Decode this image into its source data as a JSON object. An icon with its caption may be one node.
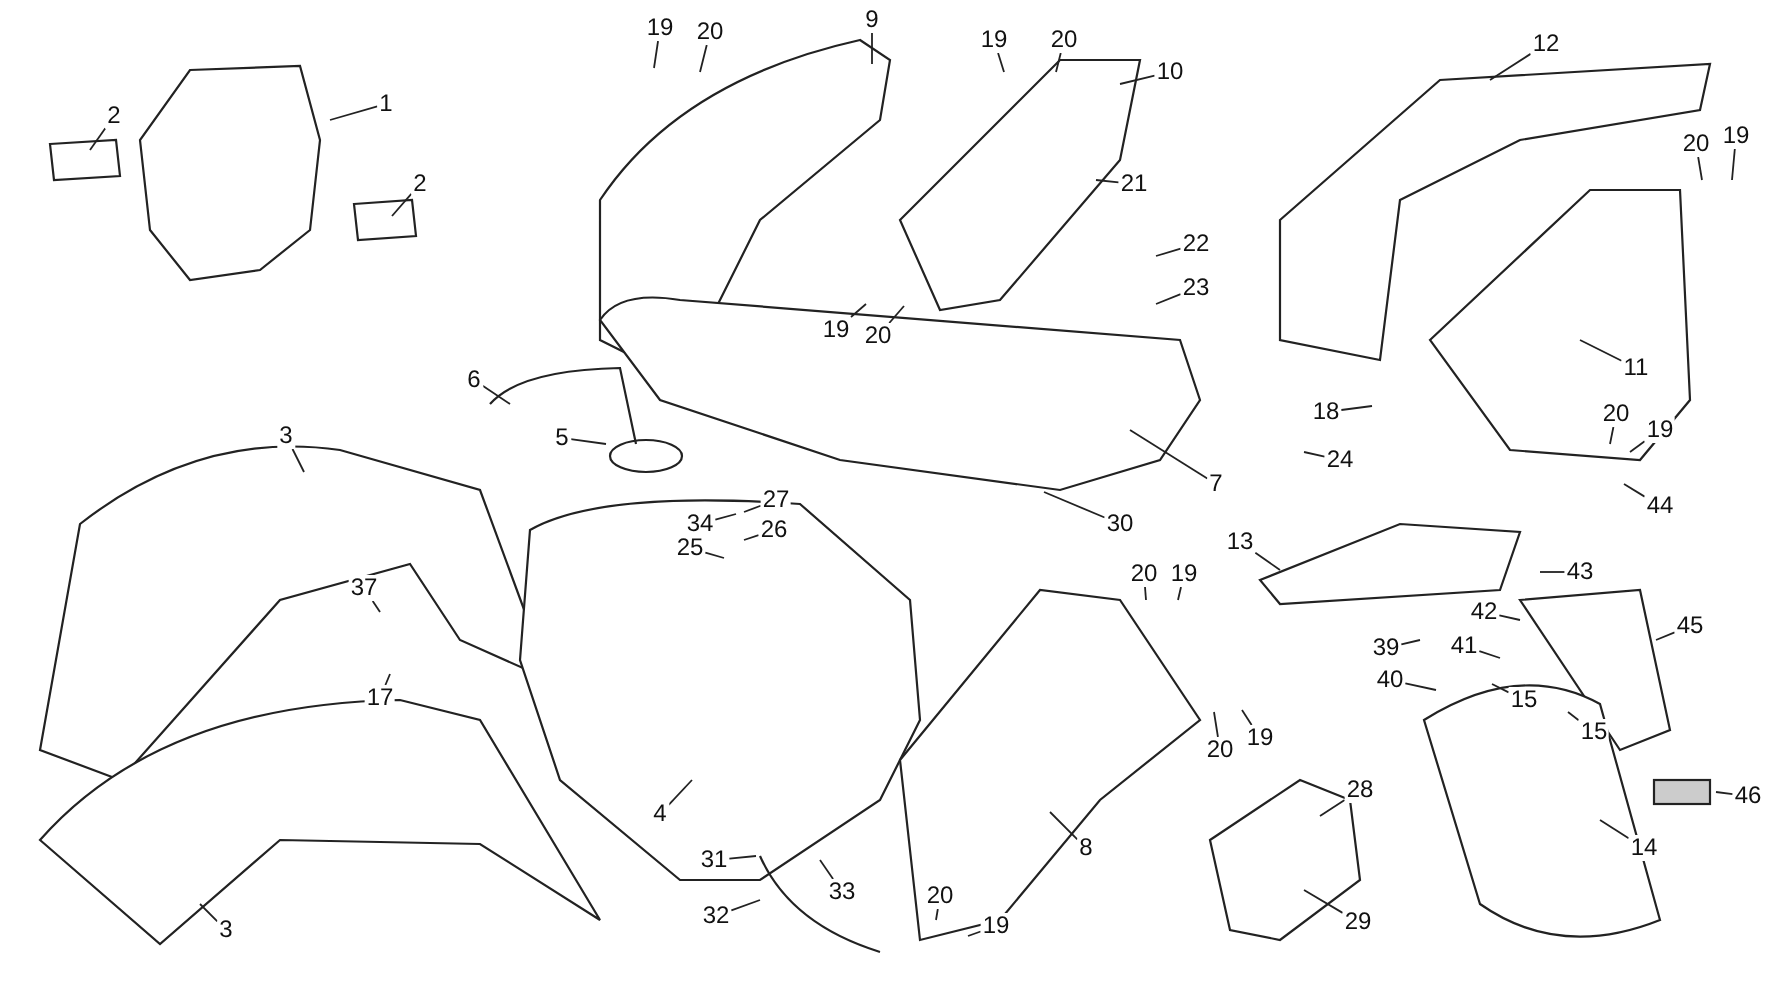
{
  "diagram": {
    "nodes": [
      {
        "text": [
          "9"
        ]
      },
      {
        "text": [
          "19"
        ]
      },
      {
        "text": [
          "20"
        ]
      },
      {
        "text": [
          "19"
        ]
      },
      {
        "text": [
          "20"
        ]
      },
      {
        "text": [
          "12"
        ]
      },
      {
        "text": [
          "10"
        ]
      },
      {
        "text": [
          "1"
        ]
      },
      {
        "text": [
          "2"
        ]
      },
      {
        "text": [
          "19"
        ]
      },
      {
        "text": [
          "20"
        ]
      },
      {
        "text": [
          "2"
        ]
      },
      {
        "text": [
          "21"
        ]
      },
      {
        "text": [
          "22"
        ]
      },
      {
        "text": [
          "23"
        ]
      },
      {
        "text": [
          "19"
        ]
      },
      {
        "text": [
          "20"
        ]
      },
      {
        "text": [
          "11"
        ]
      },
      {
        "text": [
          "6"
        ]
      },
      {
        "text": [
          "18"
        ]
      },
      {
        "text": [
          "20"
        ]
      },
      {
        "text": [
          "19"
        ]
      },
      {
        "text": [
          "3"
        ]
      },
      {
        "text": [
          "5"
        ]
      },
      {
        "text": [
          "24"
        ]
      },
      {
        "text": [
          "7"
        ]
      },
      {
        "text": [
          "27"
        ]
      },
      {
        "text": [
          "44"
        ]
      },
      {
        "text": [
          "34"
        ]
      },
      {
        "text": [
          "30"
        ]
      },
      {
        "text": [
          "26"
        ]
      },
      {
        "text": [
          "13"
        ]
      },
      {
        "text": [
          "25"
        ]
      },
      {
        "text": [
          "43"
        ]
      },
      {
        "text": [
          "20"
        ]
      },
      {
        "text": [
          "19"
        ]
      },
      {
        "text": [
          "37"
        ]
      },
      {
        "text": [
          "42"
        ]
      },
      {
        "text": [
          "45"
        ]
      },
      {
        "text": [
          "41"
        ]
      },
      {
        "text": [
          "39"
        ]
      },
      {
        "text": [
          "40"
        ]
      },
      {
        "text": [
          "17"
        ]
      },
      {
        "text": [
          "15"
        ]
      },
      {
        "text": [
          "15"
        ]
      },
      {
        "text": [
          "20"
        ]
      },
      {
        "text": [
          "19"
        ]
      },
      {
        "text": [
          "28"
        ]
      },
      {
        "text": [
          "46"
        ]
      },
      {
        "text": [
          "4"
        ]
      },
      {
        "text": [
          "8"
        ]
      },
      {
        "text": [
          "14"
        ]
      },
      {
        "text": [
          "31"
        ]
      },
      {
        "text": [
          "33"
        ]
      },
      {
        "text": [
          "20"
        ]
      },
      {
        "text": [
          "32"
        ]
      },
      {
        "text": [
          "29"
        ]
      },
      {
        "text": [
          "3"
        ]
      },
      {
        "text": [
          "19"
        ]
      }
    ],
    "edges": [
      {
        "from": 0,
        "to": null,
        "arrow": "none"
      },
      {
        "from": 1,
        "to": null,
        "arrow": "none"
      },
      {
        "from": 2,
        "to": null,
        "arrow": "none"
      },
      {
        "from": 3,
        "to": null,
        "arrow": "none"
      },
      {
        "from": 4,
        "to": null,
        "arrow": "none"
      },
      {
        "from": 5,
        "to": null,
        "arrow": "none"
      },
      {
        "from": 6,
        "to": null,
        "arrow": "none"
      },
      {
        "from": 7,
        "to": null,
        "arrow": "none"
      },
      {
        "from": 8,
        "to": null,
        "arrow": "none"
      },
      {
        "from": 9,
        "to": null,
        "arrow": "none"
      },
      {
        "from": 10,
        "to": null,
        "arrow": "none"
      },
      {
        "from": 11,
        "to": null,
        "arrow": "none"
      },
      {
        "from": 12,
        "to": null,
        "arrow": "none"
      },
      {
        "from": 13,
        "to": null,
        "arrow": "none"
      },
      {
        "from": 14,
        "to": null,
        "arrow": "none"
      },
      {
        "from": 15,
        "to": null,
        "arrow": "none"
      },
      {
        "from": 16,
        "to": null,
        "arrow": "none"
      },
      {
        "from": 17,
        "to": null,
        "arrow": "none"
      },
      {
        "from": 18,
        "to": null,
        "arrow": "none"
      },
      {
        "from": 19,
        "to": null,
        "arrow": "none"
      },
      {
        "from": 20,
        "to": null,
        "arrow": "none"
      },
      {
        "from": 21,
        "to": null,
        "arrow": "none"
      },
      {
        "from": 22,
        "to": null,
        "arrow": "none"
      },
      {
        "from": 23,
        "to": null,
        "arrow": "none"
      },
      {
        "from": 24,
        "to": null,
        "arrow": "none"
      },
      {
        "from": 25,
        "to": null,
        "arrow": "none"
      },
      {
        "from": 26,
        "to": null,
        "arrow": "none"
      },
      {
        "from": 27,
        "to": null,
        "arrow": "none"
      },
      {
        "from": 28,
        "to": null,
        "arrow": "none"
      },
      {
        "from": 29,
        "to": null,
        "arrow": "none"
      },
      {
        "from": 30,
        "to": null,
        "arrow": "none"
      },
      {
        "from": 31,
        "to": null,
        "arrow": "none"
      },
      {
        "from": 32,
        "to": null,
        "arrow": "none"
      },
      {
        "from": 33,
        "to": null,
        "arrow": "none"
      },
      {
        "from": 34,
        "to": null,
        "arrow": "none"
      },
      {
        "from": 35,
        "to": null,
        "arrow": "none"
      },
      {
        "from": 36,
        "to": null,
        "arrow": "none"
      },
      {
        "from": 37,
        "to": null,
        "arrow": "none"
      },
      {
        "from": 38,
        "to": null,
        "arrow": "none"
      },
      {
        "from": 39,
        "to": null,
        "arrow": "none"
      },
      {
        "from": 40,
        "to": null,
        "arrow": "none"
      },
      {
        "from": 41,
        "to": null,
        "arrow": "none"
      },
      {
        "from": 42,
        "to": null,
        "arrow": "none"
      },
      {
        "from": 43,
        "to": null,
        "arrow": "none"
      },
      {
        "from": 44,
        "to": null,
        "arrow": "none"
      },
      {
        "from": 45,
        "to": null,
        "arrow": "none"
      },
      {
        "from": 46,
        "to": null,
        "arrow": "none"
      },
      {
        "from": 47,
        "to": null,
        "arrow": "none"
      },
      {
        "from": 48,
        "to": null,
        "arrow": "none"
      },
      {
        "from": 49,
        "to": null,
        "arrow": "none"
      },
      {
        "from": 50,
        "to": null,
        "arrow": "none"
      },
      {
        "from": 51,
        "to": null,
        "arrow": "none"
      },
      {
        "from": 52,
        "to": null,
        "arrow": "none"
      },
      {
        "from": 53,
        "to": null,
        "arrow": "none"
      },
      {
        "from": 54,
        "to": null,
        "arrow": "none"
      },
      {
        "from": 55,
        "to": null,
        "arrow": "none"
      },
      {
        "from": 56,
        "to": null,
        "arrow": "none"
      },
      {
        "from": 57,
        "to": null,
        "arrow": "none"
      },
      {
        "from": 58,
        "to": null,
        "arrow": "none"
      }
    ]
  }
}
